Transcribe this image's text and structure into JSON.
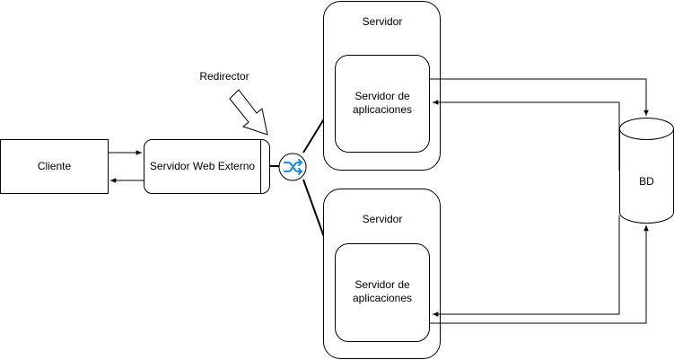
{
  "diagram": {
    "client": {
      "label": "Cliente"
    },
    "web_server": {
      "label": "Servidor Web Externo"
    },
    "redirector": {
      "label": "Redirector"
    },
    "server_top": {
      "label": "Servidor",
      "app_label": "Servidor de aplicaciones"
    },
    "server_bottom": {
      "label": "Servidor",
      "app_label": "Servidor de aplicaciones"
    },
    "database": {
      "label": "BD"
    },
    "icons": {
      "load_balancer": "shuffle-icon"
    },
    "colors": {
      "stroke": "#000000",
      "fill": "#ffffff",
      "shuffle": "#1e88e5"
    }
  }
}
